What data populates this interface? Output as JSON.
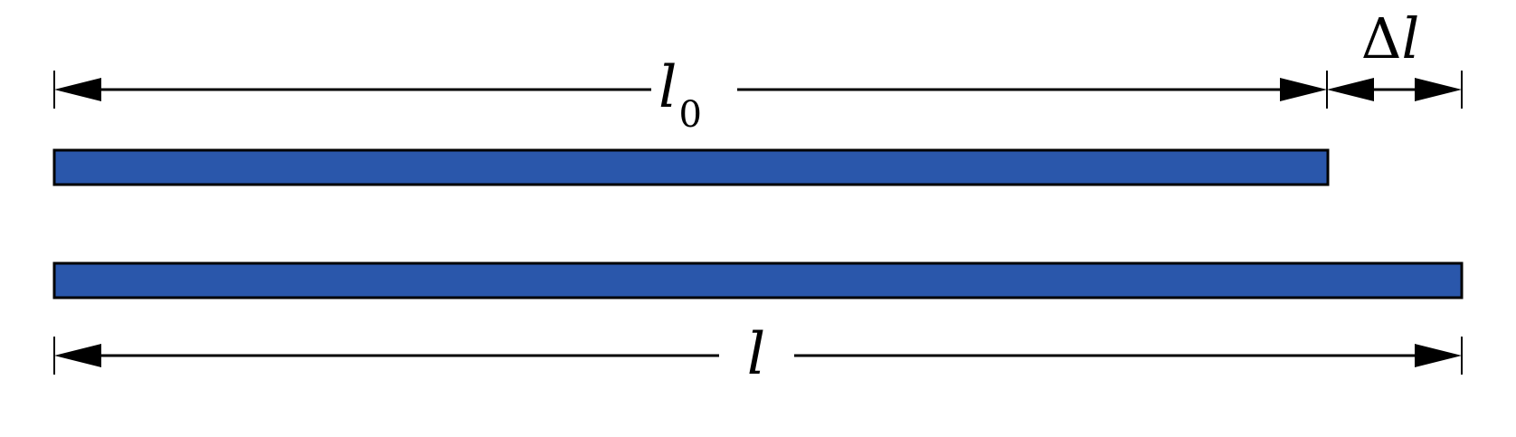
{
  "labels": {
    "original_length": {
      "symbol": "l",
      "subscript": "0"
    },
    "elongation": {
      "delta": "Δ",
      "symbol": "l"
    },
    "final_length": {
      "symbol": "l"
    }
  },
  "colors": {
    "bar_fill": "#2a57ab",
    "line": "#000000",
    "background": "#ffffff"
  }
}
